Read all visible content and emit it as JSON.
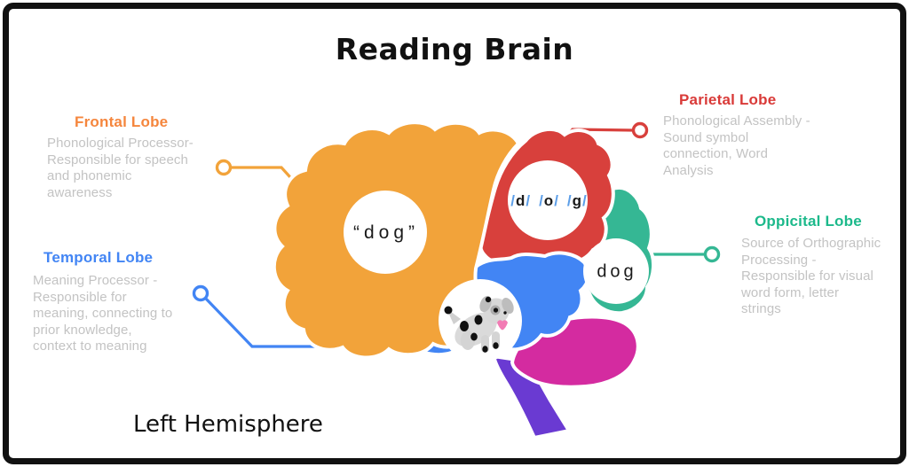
{
  "title": "Reading Brain",
  "subtitle": "Left Hemisphere",
  "labels": {
    "frontal": {
      "heading": "Frontal Lobe",
      "body": "Phonological Processor-\nResponsible for speech\nand phonemic\nawareness"
    },
    "temporal": {
      "heading": "Temporal Lobe",
      "body": "Meaning Processor -\nResponsible for\nmeaning, connecting to\nprior knowledge,\ncontext to meaning"
    },
    "parietal": {
      "heading": "Parietal Lobe",
      "body": "Phonological Assembly -\nSound symbol\nconnection, Word\nAnalysis"
    },
    "occipital": {
      "heading": "Oppicital Lobe",
      "body": "Source of Orthographic\nProcessing -\nResponsible for visual\nword form, letter\nstrings"
    }
  },
  "brain": {
    "frontal_word": "“dog”",
    "occipital_word": "dog",
    "slash": "/",
    "phoneme_d": "d",
    "phoneme_o": "o",
    "phoneme_g": "g"
  },
  "colors": {
    "frontal_orange": "#f2a33a",
    "parietal_red": "#d8403c",
    "occipital_teal": "#35b794",
    "temporal_blue": "#4285f4",
    "cerebellum_magenta": "#d42ba0",
    "brainstem_purple": "#6a3ad2",
    "slash_blue": "#5c9ee8",
    "body_text_gray": "#c3c3c3",
    "title_black": "#111111"
  }
}
